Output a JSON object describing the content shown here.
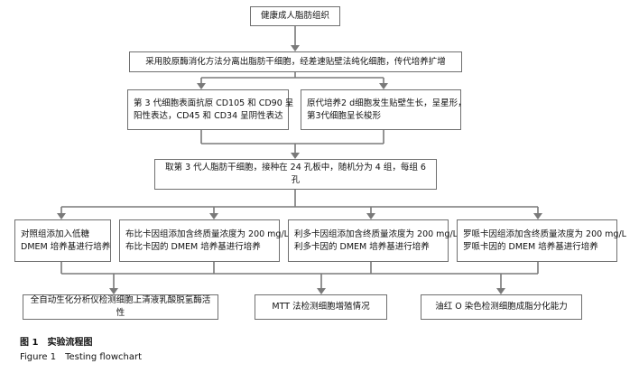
{
  "boxes": {
    "source": "健康成人脂肪组织",
    "isolation": "采用胶原酶消化方法分离出脂肪干细胞，经差速贴壁法纯化细胞，传代培养扩增",
    "surface_markers": [
      "第 3 代细胞表面抗原 CD105 和  CD90 呈",
      "阳性表达，CD45 和 CD34 呈阴性表达"
    ],
    "morphology": [
      "原代培养2 d细胞发生贴壁生长，呈星形，",
      "第3代细胞呈长梭形"
    ],
    "grouping": "取第 3 代人脂肪干细胞，接种在 24 孔板中，随机分为 4 组，每组 6 孔",
    "control": [
      "对照组添加入低糖",
      "DMEM 培养基进行培养"
    ],
    "bupivacaine": [
      "布比卡因组添加含终质量浓度为 200 mg/L",
      "布比卡因的 DMEM 培养基进行培养"
    ],
    "lidocaine": [
      "利多卡因组添加含终质量浓度为 200  mg/L",
      "利多卡因的 DMEM 培养基进行培养"
    ],
    "ropivacaine": [
      "罗哌卡因组添加含终质量浓度为 200 mg/L",
      "罗哌卡因的 DMEM 培养基进行培养"
    ],
    "ldh": "全自动生化分析仪检测细胞上清液乳酸脱氢酶活性",
    "mtt": "MTT 法检测细胞增殖情况",
    "oil_red": "油红 O 染色检测细胞成脂分化能力"
  },
  "caption": {
    "cn_label": "图 1",
    "cn_title": "实验流程图",
    "en_label": "Figure 1",
    "en_title": "Testing flowchart"
  }
}
